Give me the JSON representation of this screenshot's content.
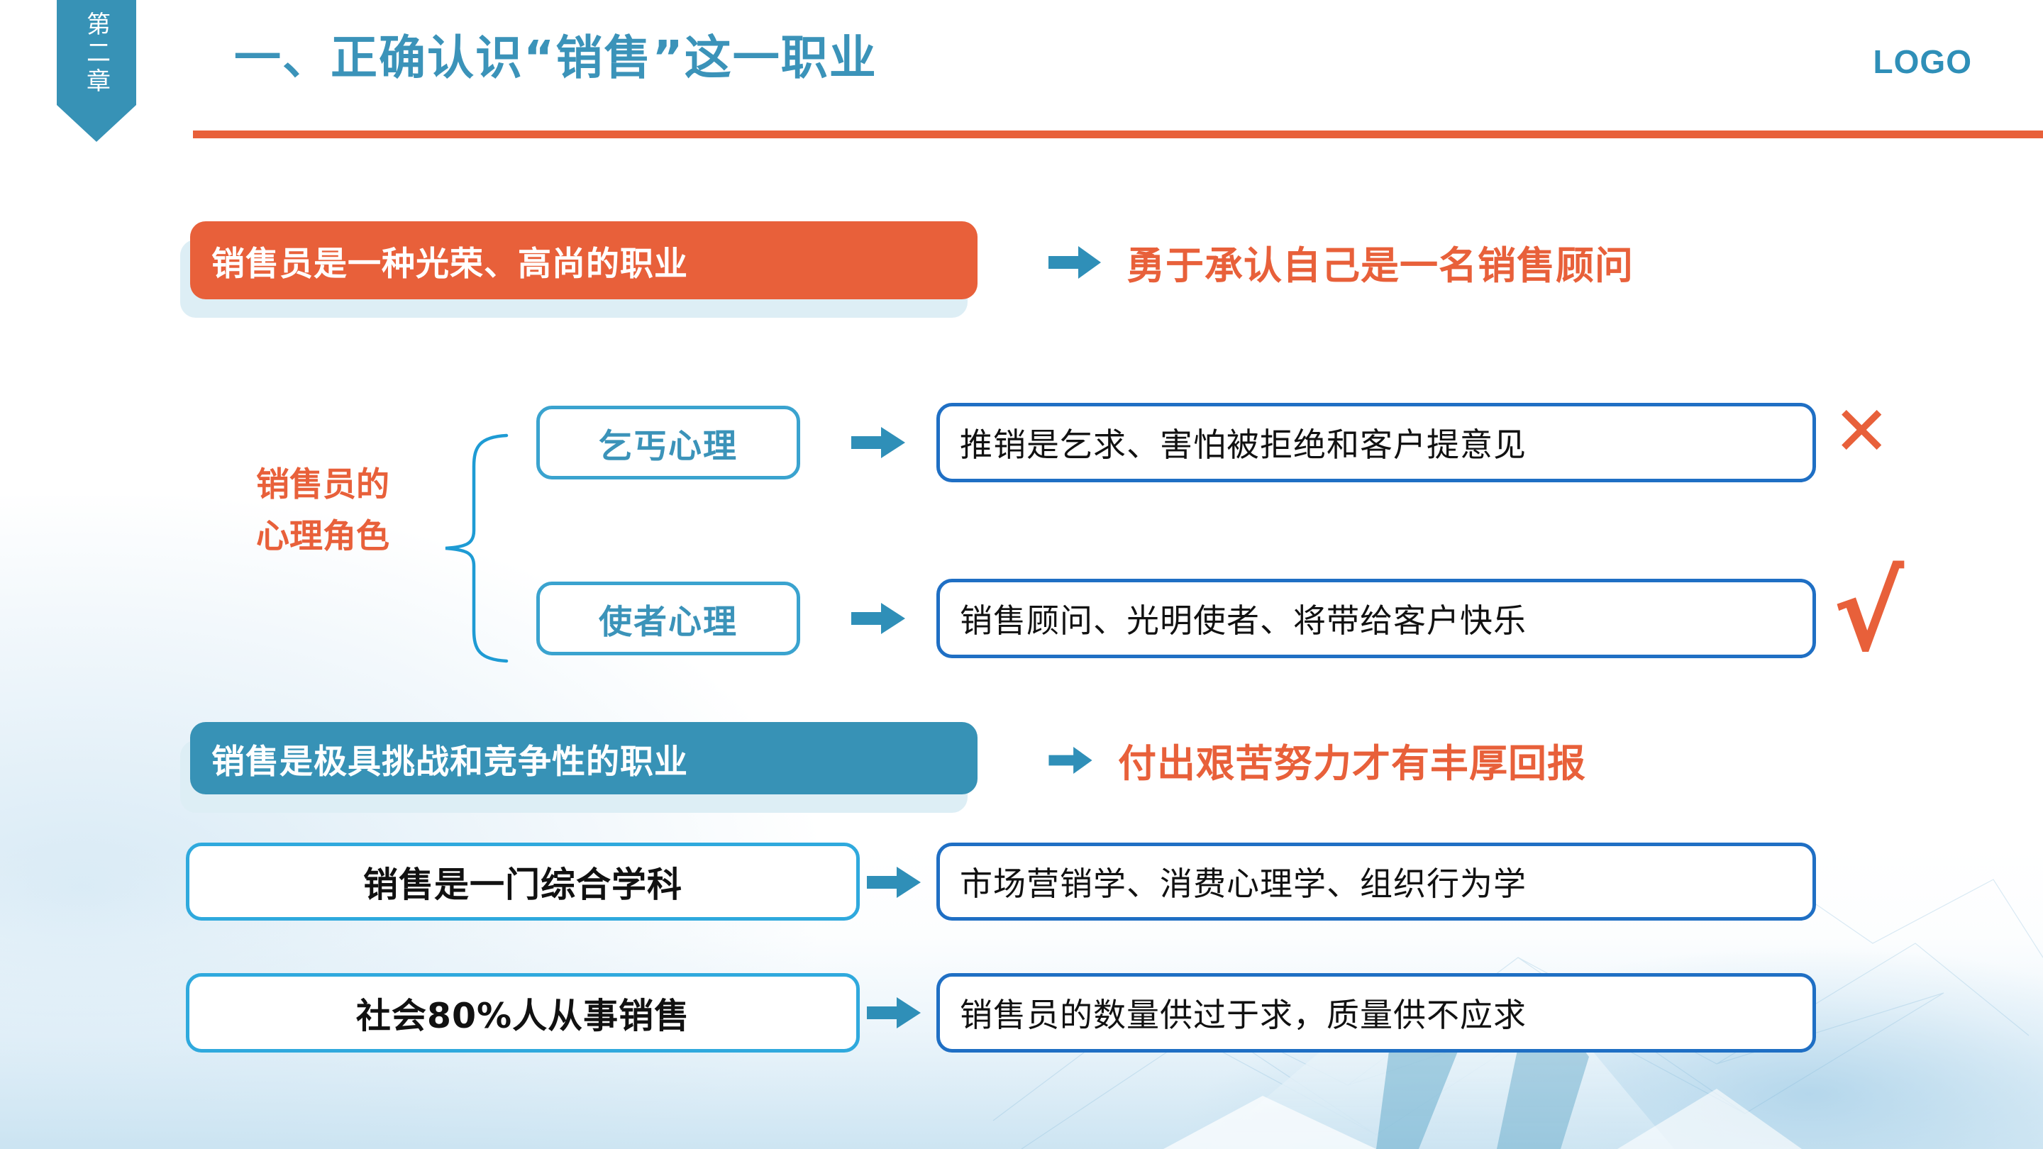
{
  "slide": {
    "chapter_tag": "第二章",
    "title": "一、正确认识“销售”这一职业",
    "logo": "LOGO",
    "colors": {
      "accent_orange": "#e8603a",
      "accent_blue": "#3792b6",
      "box_blue": "#3aa3cf",
      "desc_border_blue": "#1f6fc4",
      "stmt_border_blue": "#2fa9dd",
      "banner_shadow": "#ddeef5",
      "title_blue": "#3b93b9"
    }
  },
  "section_one": {
    "banner": "销售员是一种光荣、高尚的职业",
    "callout": "勇于承认自己是一名销售顾问",
    "arrow_icon": "right-block-arrow-icon"
  },
  "role_group": {
    "label_line1": "销售员的",
    "label_line2": "心理角色",
    "brace_icon": "curly-brace-icon",
    "rows": [
      {
        "role": "乞丐心理",
        "description": "推销是乞求、害怕被拒绝和客户提意见",
        "mark": "✕",
        "mark_name": "cross-mark-icon",
        "arrow_icon": "right-arrow-icon"
      },
      {
        "role": "使者心理",
        "description": "销售顾问、光明使者、将带给客户快乐",
        "mark": "√",
        "mark_name": "check-mark-icon",
        "arrow_icon": "right-arrow-icon"
      }
    ]
  },
  "section_two": {
    "banner": "销售是极具挑战和竞争性的职业",
    "callout": "付出艰苦努力才有丰厚回报",
    "arrow_icon": "right-block-arrow-icon",
    "rows": [
      {
        "statement": "销售是一门综合学科",
        "description": "市场营销学、消费心理学、组织行为学",
        "arrow_icon": "right-arrow-icon"
      },
      {
        "statement": "社会80%人从事销售",
        "description": "销售员的数量供过于求，质量供不应求",
        "arrow_icon": "right-arrow-icon"
      }
    ]
  }
}
